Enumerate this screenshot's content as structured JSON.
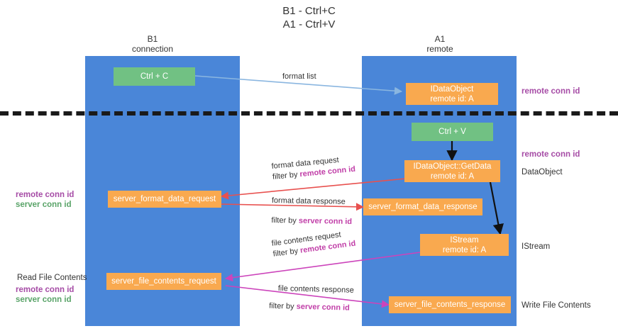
{
  "title": {
    "line1": "B1 - Ctrl+C",
    "line2": "A1 - Ctrl+V"
  },
  "columns": [
    {
      "name": "B1",
      "sub": "connection"
    },
    {
      "name": "A1",
      "sub": "remote"
    }
  ],
  "colors": {
    "lane": "#4a86d8",
    "green_node": "#71c183",
    "orange_node": "#f9a94f",
    "purple_text": "#a64ca6",
    "green_text": "#5aa469",
    "magenta_text": "#c13fa8",
    "arrow_blue": "#8ab6e0",
    "arrow_red": "#e8514f",
    "arrow_magenta": "#cc44bb",
    "arrow_black": "#111111",
    "divider": "#1a1a1a"
  },
  "nodes": {
    "ctrl_c": {
      "label": "Ctrl + C",
      "kind": "green"
    },
    "ctrl_v": {
      "label": "Ctrl + V",
      "kind": "green"
    },
    "idataobject": {
      "line1": "IDataObject",
      "line2": "remote id: A",
      "kind": "orange"
    },
    "getdata": {
      "line1": "IDataObject::GetData",
      "line2": "remote id: A",
      "kind": "orange"
    },
    "istream": {
      "line1": "IStream",
      "line2": "remote id: A",
      "kind": "orange"
    },
    "server_format_data_request": {
      "label": "server_format_data_request",
      "kind": "orange"
    },
    "server_format_data_response": {
      "label": "server_format_data_response",
      "kind": "orange"
    },
    "server_file_contents_request": {
      "label": "server_file_contents_request",
      "kind": "orange"
    },
    "server_file_contents_response": {
      "label": "server_file_contents_response",
      "kind": "orange"
    }
  },
  "edge_labels": {
    "format_list": "format list",
    "format_data_request": "format data request",
    "format_data_request_filter_prefix": "filter by ",
    "format_data_request_filter_key": "remote conn id",
    "format_data_response": "format data response",
    "format_data_response_filter_prefix": "filter by ",
    "format_data_response_filter_key": "server conn id",
    "file_contents_request": "file contents request",
    "file_contents_request_filter_prefix": "filter by ",
    "file_contents_request_filter_key": "remote conn id",
    "file_contents_response": "file contents response",
    "file_contents_response_filter_prefix": "filter by ",
    "file_contents_response_filter_key": "server conn id"
  },
  "right_labels": {
    "remote_conn_id_top": "remote conn id",
    "remote_conn_id_mid": "remote conn id",
    "dataobject": "DataObject",
    "istream": "IStream",
    "write_file_contents": "Write File Contents"
  },
  "left_labels": {
    "remote_conn_id_mid": "remote conn id",
    "server_conn_id_mid": "server conn id",
    "read_file_contents": "Read File Contents",
    "remote_conn_id_bottom": "remote conn id",
    "server_conn_id_bottom": "server conn id"
  }
}
